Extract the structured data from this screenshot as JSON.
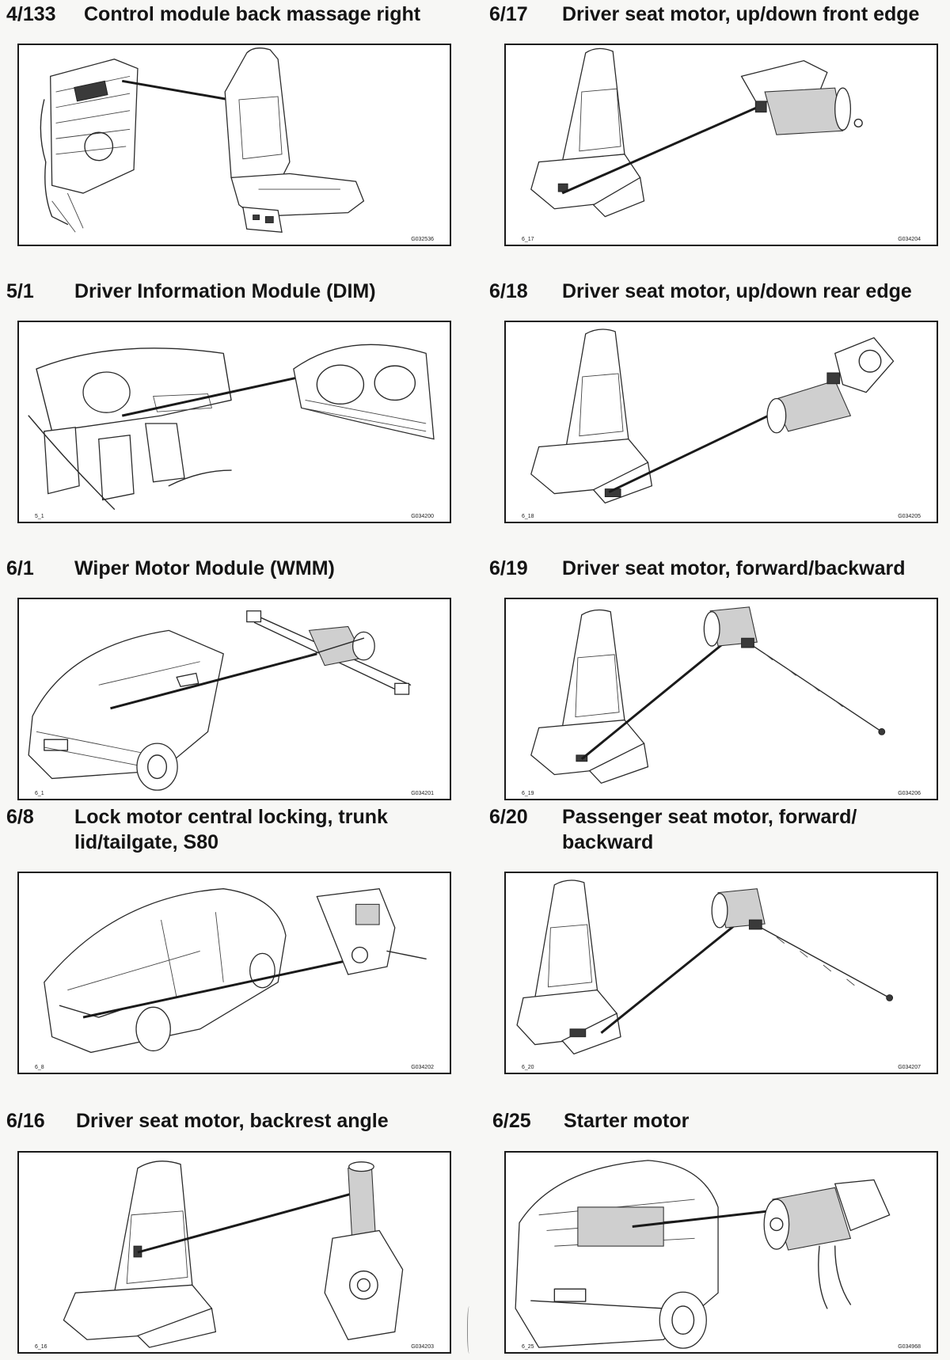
{
  "entries": [
    {
      "num": "4/133",
      "title": "Control module back massage right",
      "label_left": "",
      "label_right": "G032536"
    },
    {
      "num": "6/17",
      "title": "Driver seat motor, up/down front edge",
      "label_left": "6_17",
      "label_right": "G034204"
    },
    {
      "num": "5/1",
      "title": "Driver Information Module (DIM)",
      "label_left": "5_1",
      "label_right": "G034200"
    },
    {
      "num": "6/18",
      "title": "Driver seat motor, up/down rear edge",
      "label_left": "6_18",
      "label_right": "G034205"
    },
    {
      "num": "6/1",
      "title": "Wiper Motor Module (WMM)",
      "label_left": "6_1",
      "label_right": "G034201"
    },
    {
      "num": "6/19",
      "title": "Driver seat motor, forward/backward",
      "label_left": "6_19",
      "label_right": "G034206"
    },
    {
      "num": "6/8",
      "title": "Lock motor central locking, trunk\nlid/tailgate, S80",
      "label_left": "6_8",
      "label_right": "G034202"
    },
    {
      "num": "6/20",
      "title": "Passenger seat motor, forward/\nbackward",
      "label_left": "6_20",
      "label_right": "G034207"
    },
    {
      "num": "6/16",
      "title": "Driver seat motor, backrest angle",
      "label_left": "6_16",
      "label_right": "G034203"
    },
    {
      "num": "6/25",
      "title": "Starter motor",
      "label_left": "6_25",
      "label_right": "G034968"
    }
  ]
}
